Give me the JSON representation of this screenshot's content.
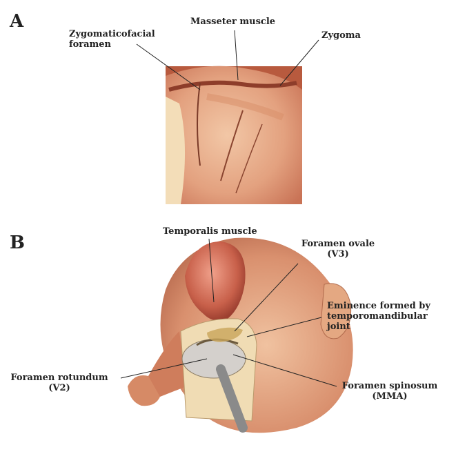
{
  "panel_a": {
    "letter": "A",
    "labels": {
      "zygomaticofacial_foramen": "Zygomaticofacial foramen",
      "masseter_muscle": "Masseter muscle",
      "zygoma": "Zygoma"
    }
  },
  "panel_b": {
    "letter": "B",
    "labels": {
      "temporalis_muscle": "Temporalis muscle",
      "foramen_ovale": "Foramen ovale",
      "foramen_ovale_nerve": "(V3)",
      "eminence_line1": "Eminence formed by",
      "eminence_line2": "temporomandibular joint",
      "foramen_rotundum": "Foramen rotundum",
      "foramen_rotundum_nerve": "(V2)",
      "foramen_spinosum": "Foramen spinosum",
      "foramen_spinosum_vessel": "(MMA)"
    }
  },
  "colors": {
    "muscle": "#c8604a",
    "bone": "#e8c9a0",
    "skin": "#e0a27e",
    "text": "#222222"
  }
}
